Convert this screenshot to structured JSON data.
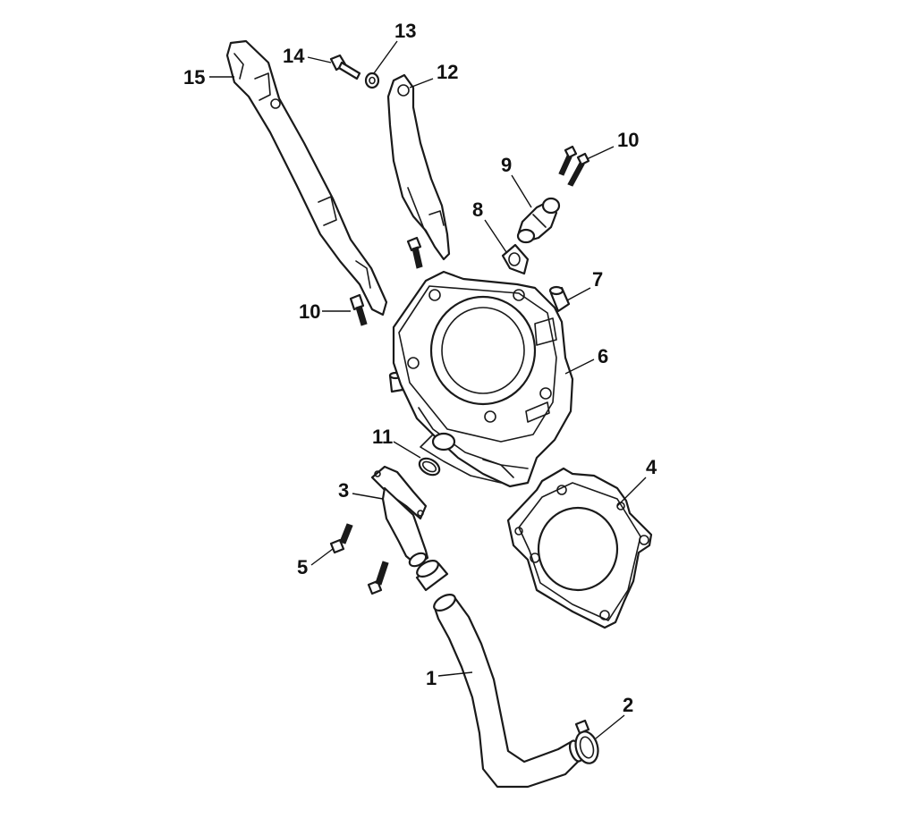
{
  "callouts": {
    "c1": "1",
    "c2": "2",
    "c3": "3",
    "c4": "4",
    "c5": "5",
    "c6": "6",
    "c7": "7",
    "c8": "8",
    "c9": "9",
    "c10_right": "10",
    "c10_left": "10",
    "c11": "11",
    "c12": "12",
    "c13": "13",
    "c14": "14",
    "c15": "15"
  }
}
